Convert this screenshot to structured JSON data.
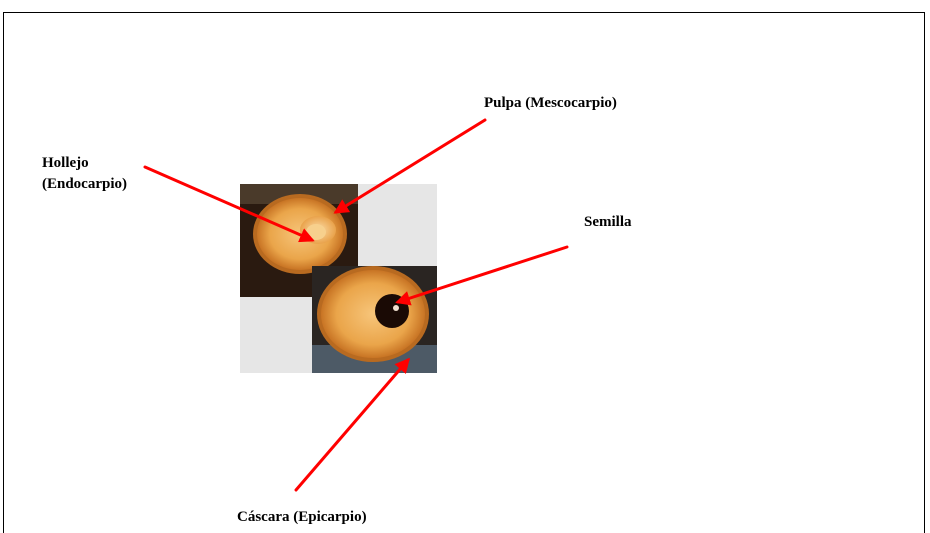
{
  "labels": {
    "pulpa": "Pulpa (Mescocarpio)",
    "hollejo_line1": "Hollejo",
    "hollejo_line2": "(Endocarpio)",
    "semilla": "Semilla",
    "cascara": "Cáscara (Epicarpio)"
  },
  "colors": {
    "arrow": "#ff0000",
    "peel": "#e79a3c",
    "pulp": "#f2b863",
    "seed": "#1a0a05",
    "placeholder": "#e6e6e6"
  }
}
